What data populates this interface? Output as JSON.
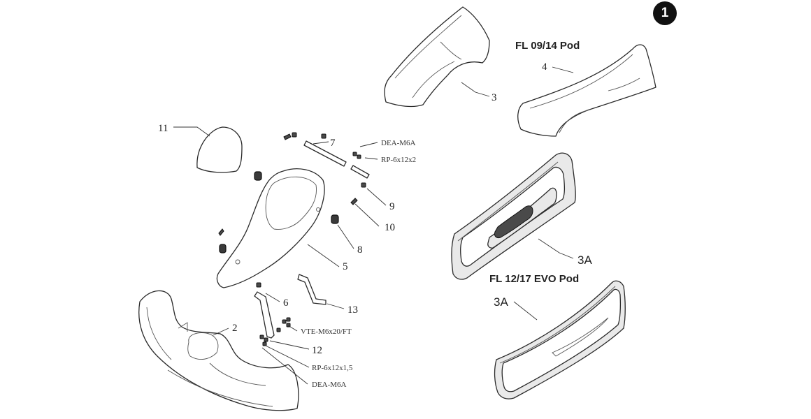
{
  "badge": "1",
  "titles": {
    "pod_0914": "FL 09/14 Pod",
    "pod_1217": "FL 12/17 EVO Pod"
  },
  "callouts": {
    "p11": "11",
    "p7": "7",
    "dea_top": "DEA-M6A",
    "rp_6x12x2": "RP-6x12x2",
    "p9": "9",
    "p10": "10",
    "p8": "8",
    "p5": "5",
    "p6": "6",
    "p13": "13",
    "p2": "2",
    "vte": "VTE-M6x20/FT",
    "p12": "12",
    "rp_6x12x15": "RP-6x12x1,5",
    "dea_bottom": "DEA-M6A",
    "p3": "3",
    "p4": "4",
    "p3a_top": "3A",
    "p3a_bottom": "3A"
  }
}
